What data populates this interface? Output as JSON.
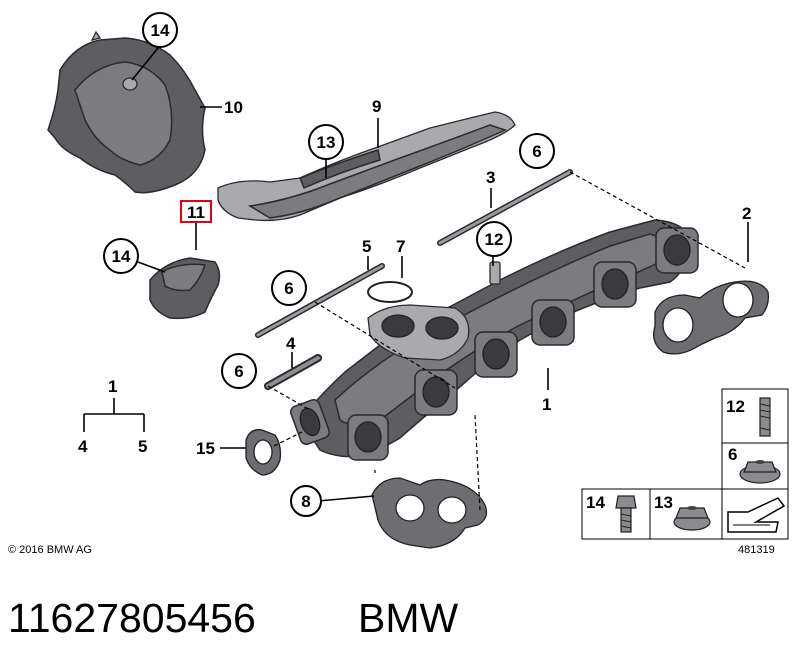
{
  "callouts": {
    "c14a": "14",
    "c10": "10",
    "c9": "9",
    "c13": "13",
    "c11": "11",
    "c14b": "14",
    "c5": "5",
    "c7": "7",
    "c3": "3",
    "c12": "12",
    "c6a": "6",
    "c6b": "6",
    "c6c": "6",
    "c4": "4",
    "c2": "2",
    "c1": "1",
    "c15": "15",
    "c8": "8",
    "tree_top": "1",
    "tree_left": "4",
    "tree_right": "5"
  },
  "legend": {
    "item12": "12",
    "item6": "6",
    "item14": "14",
    "item13": "13"
  },
  "copyright": "© 2016 BMW AG",
  "diagram_number": "481319",
  "part_number": "11627805456",
  "brand": "BMW",
  "colors": {
    "highlight_box": "#e2001a",
    "part_fill": "#6f6f74"
  }
}
